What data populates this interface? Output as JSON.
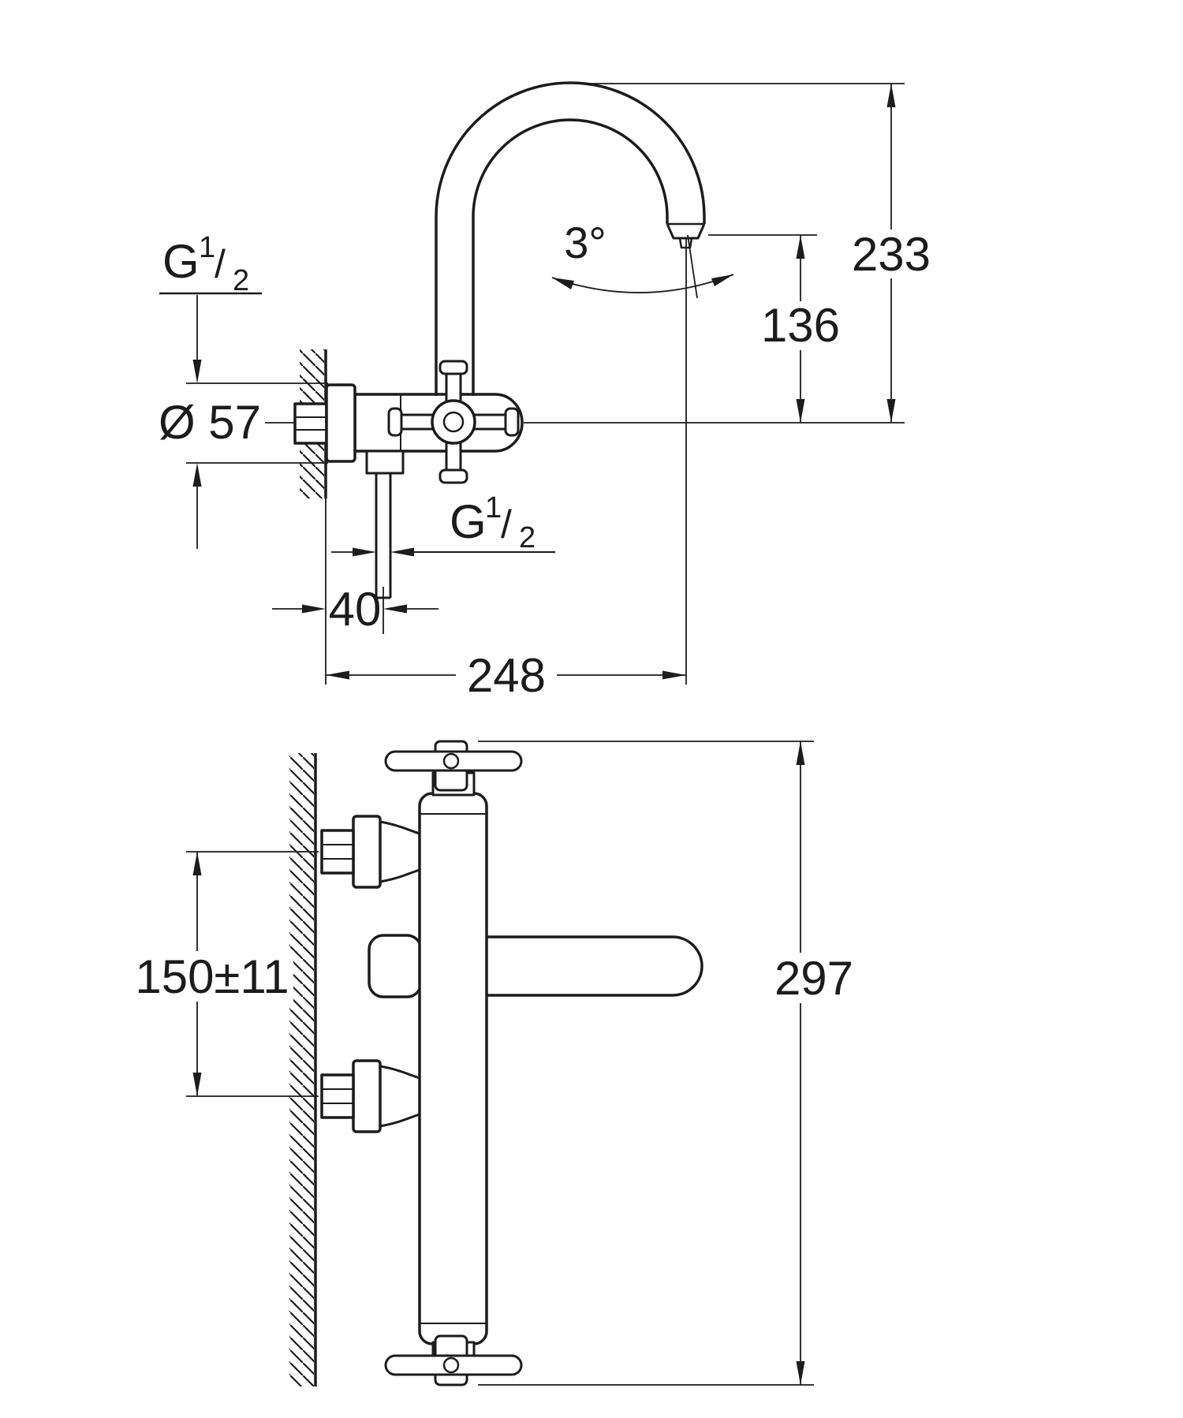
{
  "drawing": {
    "background": "#ffffff",
    "line_color": "#1c1c1c"
  },
  "side_view": {
    "thread_inlet": {
      "base": "G",
      "sup": "1",
      "slash": "/",
      "sub": "2"
    },
    "flange_diameter": "Ø 57",
    "swivel_angle": "3°",
    "total_height": "233",
    "outlet_height": "136",
    "thread_outlet": {
      "base": "G",
      "sup": "1",
      "slash": "/",
      "sub": "2"
    },
    "outlet_offset": "40",
    "spout_reach": "248"
  },
  "plan_view": {
    "connection_centers": "150±11",
    "total_width": "297"
  }
}
